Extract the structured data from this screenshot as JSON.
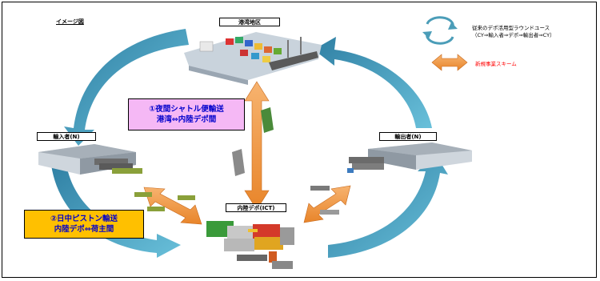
{
  "title": "イメージ図",
  "nodes": {
    "port": "港湾地区",
    "importer": "輸入者(N)",
    "exporter": "輸出者(N)",
    "depot": "内陸デポ(ICT)"
  },
  "legend": {
    "cycle_line1": "従来のデポ活用型ラウンドユース",
    "cycle_line2": "（CY⇒輸入者⇒デポ⇒輸出者⇒CY）",
    "new_scheme": "新規事業スキーム"
  },
  "shuttle_box": {
    "line1": "①夜間シャトル便輸送",
    "line2": "港湾⇔内陸デポ間"
  },
  "piston_box": {
    "line1": "②日中ピストン輸送",
    "line2": "内陸デポ⇔荷主間"
  },
  "colors": {
    "cycle_arrow": "#4b9db8",
    "scheme_arrow": "#f09a4a",
    "legend_red": "#ff0000",
    "shuttle_bg": "#f5b8f5",
    "shuttle_text": "#0000cc",
    "piston_bg": "#ffc000",
    "piston_text": "#0000cc"
  }
}
